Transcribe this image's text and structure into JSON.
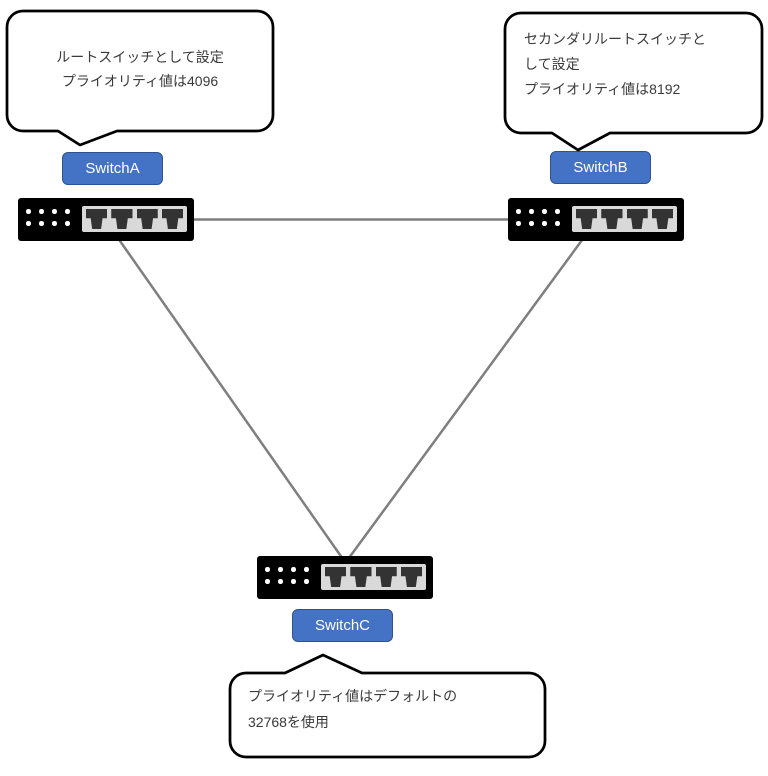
{
  "diagram_type": "network-topology",
  "switches": [
    {
      "label": "SwitchA"
    },
    {
      "label": "SwitchB"
    },
    {
      "label": "SwitchC"
    }
  ],
  "callouts": [
    {
      "for": "SwitchA",
      "lines": [
        "ルートスイッチとして設定",
        "プライオリティ値は4096"
      ],
      "priority_value": "4096"
    },
    {
      "for": "SwitchB",
      "lines": [
        "セカンダリルートスイッチと",
        "して設定",
        "プライオリティ値は8192"
      ],
      "priority_value": "8192"
    },
    {
      "for": "SwitchC",
      "lines": [
        "プライオリティ値はデフォルトの",
        "32768を使用"
      ],
      "priority_value": "32768"
    }
  ],
  "links": [
    {
      "from": "SwitchA",
      "to": "SwitchB"
    },
    {
      "from": "SwitchA",
      "to": "SwitchC"
    },
    {
      "from": "SwitchB",
      "to": "SwitchC"
    }
  ],
  "icons": {
    "vent_dots": "grid of 8 white dots on switch faceplate",
    "ethernet_port": "dark RJ45 jack silhouette in light-gray panel"
  },
  "colors": {
    "label_fill": "#4472C4",
    "label_border": "#2F528F",
    "label_text": "#FFFFFF",
    "link_line": "#7F7F7F",
    "callout_fill": "#FFFFFF",
    "callout_border": "#000000",
    "callout_text": "#3A3A3A",
    "device_body": "#000000",
    "device_panel": "#D9D9D9",
    "device_port": "#333333"
  }
}
